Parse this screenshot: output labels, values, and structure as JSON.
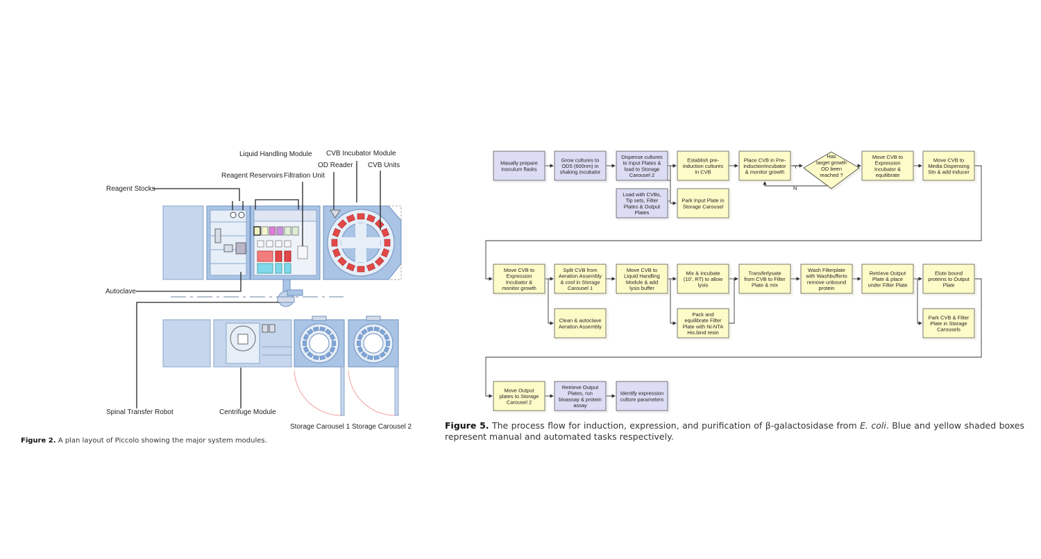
{
  "figure2": {
    "labels": {
      "liquid_handling": "Liquid Handling Module",
      "cvb_incubator": "CVB Incubator Module",
      "od_reader": "OD Reader",
      "cvb_units": "CVB Units",
      "reagent_reservoirs": "Reagent Reservoirs",
      "filtration_unit": "Filtration Unit",
      "reagent_stocks": "Reagent Stocks",
      "autoclave": "Autoclave",
      "spinal_robot": "Spinal Transfer Robot",
      "centrifuge": "Centrifuge Module",
      "carousels": "Storage Carousel 1 Storage Carousel 2"
    },
    "caption_label": "Figure 2.",
    "caption_text": "A plan layout of Piccolo showing the major system modules."
  },
  "figure5": {
    "boxes": [
      {
        "id": "b1",
        "kind": "manual",
        "lines": [
          "Maually prepare",
          "inoculum flasks"
        ]
      },
      {
        "id": "b2",
        "kind": "manual",
        "lines": [
          "Grow cultures to",
          "OD5 (600nm) in",
          "shaking incubator"
        ]
      },
      {
        "id": "b3",
        "kind": "manual",
        "lines": [
          "Dispense cultures",
          "to Input Plates &",
          "load to Storage",
          "Carousel 2"
        ]
      },
      {
        "id": "b4",
        "kind": "auto",
        "lines": [
          "Establish pre-",
          "induction cultures",
          "in CVB"
        ]
      },
      {
        "id": "b5",
        "kind": "auto",
        "lines": [
          "Place CVB  in Pre-",
          "inductionIncubator",
          "& monitor growth"
        ]
      },
      {
        "id": "b6",
        "kind": "auto",
        "lines": [
          "Move CVB to",
          "Expression",
          "Incubator &",
          "equilibrate"
        ]
      },
      {
        "id": "b7",
        "kind": "auto",
        "lines": [
          "Move CVB to",
          "Media Dispensing",
          "Stn & add inducer"
        ]
      },
      {
        "id": "b8",
        "kind": "manual",
        "lines": [
          "Load with CVBs,",
          "Tip sets, Filter",
          "Plates & Output",
          "Plates"
        ]
      },
      {
        "id": "b9",
        "kind": "auto",
        "lines": [
          "Park Input Plate in",
          "Storage Carousel"
        ]
      },
      {
        "id": "b10",
        "kind": "auto",
        "lines": [
          "Move CVB to",
          "Expression",
          "Incubator &",
          "monitor growth"
        ]
      },
      {
        "id": "b11",
        "kind": "auto",
        "lines": [
          "Split CVB from",
          "Aeration Assembly",
          "& cool in Storage",
          "Carousel 1"
        ]
      },
      {
        "id": "b12",
        "kind": "auto",
        "lines": [
          "Move CVB to",
          "Liquid Handling",
          "Module & add",
          "lysis buffer"
        ]
      },
      {
        "id": "b13",
        "kind": "auto",
        "lines": [
          "Mix & incubate",
          "(10', RT) to allow",
          "lysis"
        ]
      },
      {
        "id": "b14",
        "kind": "auto",
        "lines": [
          "Transferlysate",
          "from CVB to Filter",
          "Plate & mix"
        ]
      },
      {
        "id": "b15",
        "kind": "auto",
        "lines": [
          "Wash Filterplate",
          "with Washbufferto",
          "remove unbound",
          "protein"
        ]
      },
      {
        "id": "b16",
        "kind": "auto",
        "lines": [
          "Retrieve Output",
          "Plate & place",
          "under Filter Plate"
        ]
      },
      {
        "id": "b17",
        "kind": "auto",
        "lines": [
          "Elute bound",
          "proteins to Output",
          "Plate"
        ]
      },
      {
        "id": "b18",
        "kind": "auto",
        "lines": [
          "Clean & autoclave",
          "Aeration Assembly"
        ]
      },
      {
        "id": "b19",
        "kind": "auto",
        "lines": [
          "Pack and",
          "equilibrate Filter",
          "Plate with Ni-NTA",
          "His.bind resin"
        ]
      },
      {
        "id": "b20",
        "kind": "auto",
        "lines": [
          "Park CVB & Filter",
          "Plate in Storage",
          "Carousels"
        ]
      },
      {
        "id": "b21",
        "kind": "auto",
        "lines": [
          "Move Output",
          "plates to Storage",
          "Carousel 2"
        ]
      },
      {
        "id": "b22",
        "kind": "manual",
        "lines": [
          "Retrieve Output",
          "Plates, run",
          "bioassay & protein",
          "assay"
        ]
      },
      {
        "id": "b23",
        "kind": "manual",
        "lines": [
          "Identify expression",
          "culture parameters"
        ]
      }
    ],
    "decision": {
      "lines": [
        "Has",
        "target growth",
        "OD been",
        "reached ?"
      ],
      "yes": "Y",
      "no": "N"
    },
    "caption_label": "Figure 5.",
    "caption_text": "The process flow for induction, expression, and purification of β-galactosidase from",
    "caption_species": "E. coli",
    "caption_text2": ". Blue and yellow shaded boxes represent manual and automated tasks respectively.",
    "colors": {
      "manual": "#dcdcf4",
      "auto": "#fdfbc8",
      "module": "#a9c4e4",
      "module_light": "#c6d6ec",
      "red": "#e34848"
    }
  }
}
